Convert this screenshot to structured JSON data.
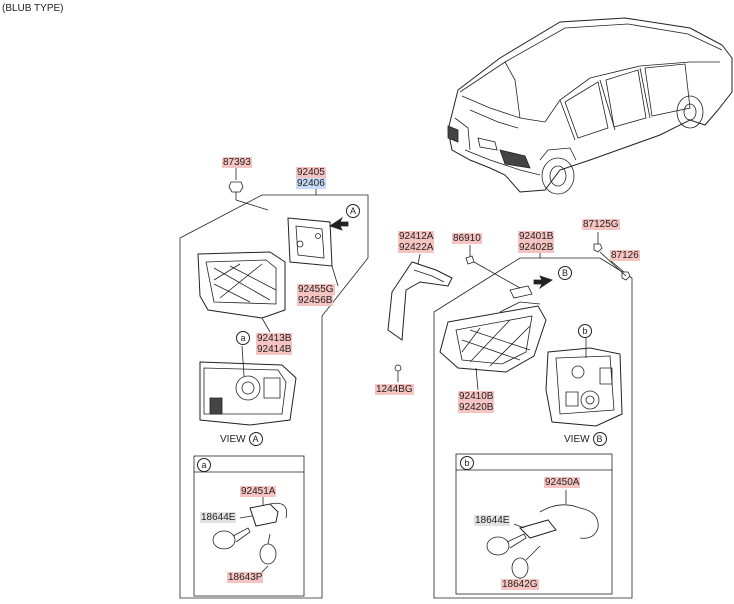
{
  "header": {
    "title": "(BLUB TYPE)"
  },
  "callouts": {
    "a": "a",
    "b": "b",
    "A": "A",
    "B": "B"
  },
  "view_labels": {
    "view_a": "VIEW",
    "view_b": "VIEW"
  },
  "left_group": {
    "p87393": "87393",
    "p92405": "92405",
    "p92406": "92406",
    "p92455G": "92455G",
    "p92456B": "92456B",
    "p92413B": "92413B",
    "p92414B": "92414B",
    "p92451A": "92451A",
    "p18644E": "18644E",
    "p18643P": "18643P"
  },
  "right_group": {
    "p92412A": "92412A",
    "p92422A": "92422A",
    "p86910": "86910",
    "p92401B": "92401B",
    "p92402B": "92402B",
    "p87125G": "87125G",
    "p87126": "87126",
    "p1244BG": "1244BG",
    "p92410B": "92410B",
    "p92420B": "92420B",
    "p92450A": "92450A",
    "p18644E": "18644E",
    "p18642G": "18642G"
  },
  "colors": {
    "part_highlight": "#f6c4c0",
    "selected_highlight": "#c5daf4",
    "neutral_highlight": "#e2e2e2",
    "line": "#222222"
  }
}
